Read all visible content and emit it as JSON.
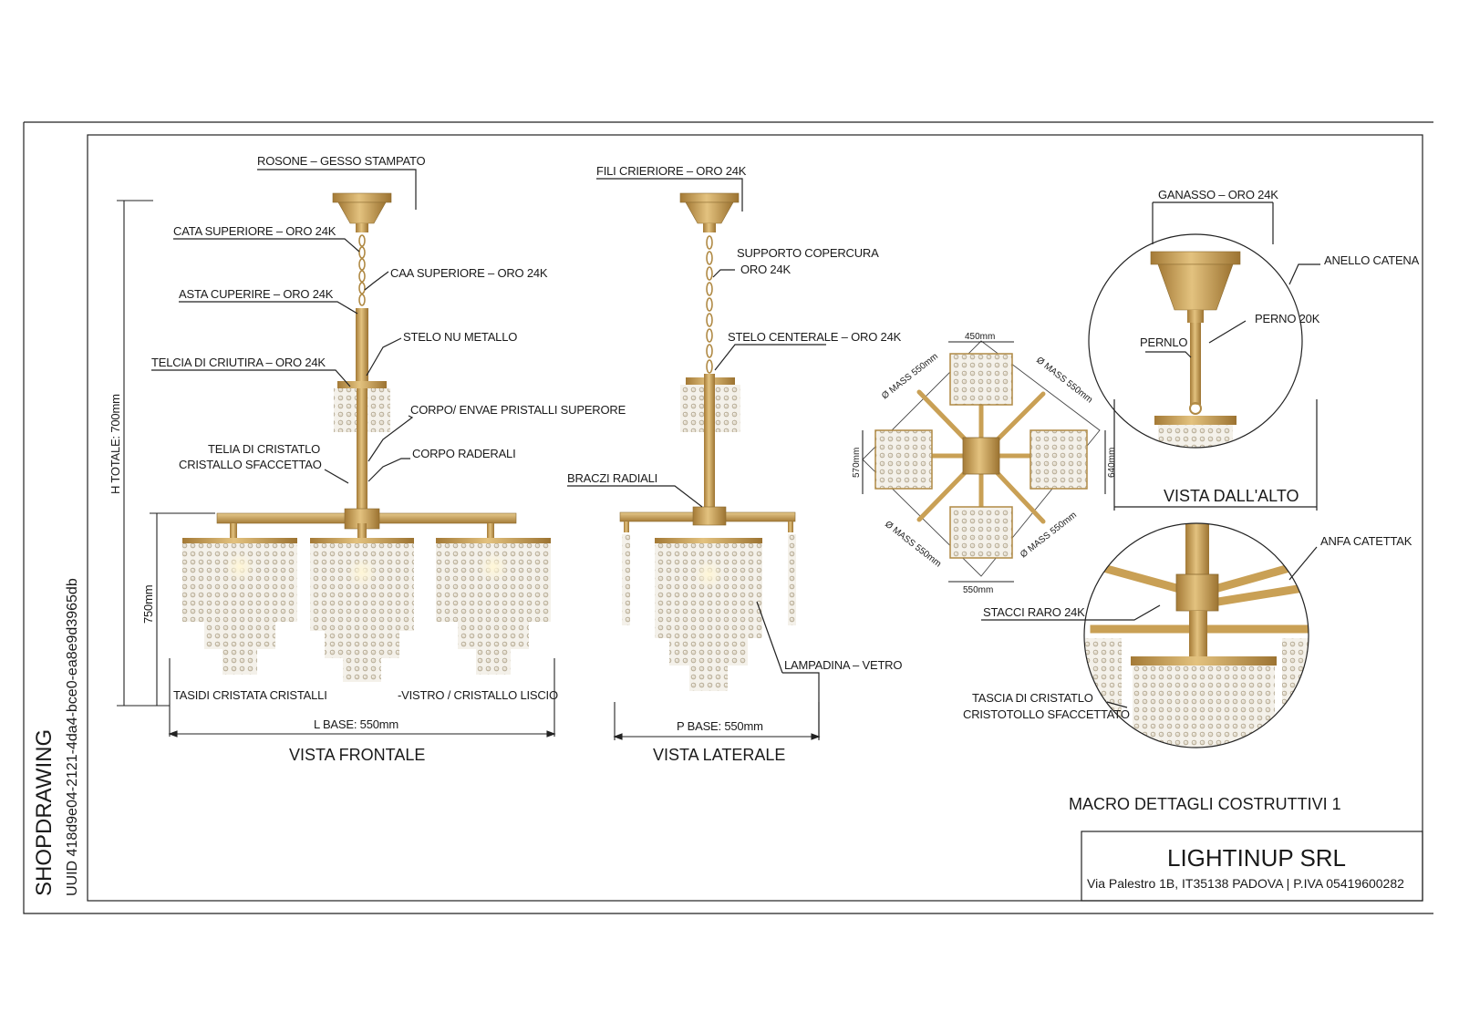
{
  "sidebar": {
    "title": "SHOPDRAWING",
    "uuid": "UUID 418d9e04-2121-4da4-bce0-ea8e9d3965db"
  },
  "views": {
    "front": {
      "title": "VISTA FRONTALE",
      "dim_base": "L BASE: 550mm",
      "dim_total": "H TOTALE: 700mm",
      "dim_body": "750mm",
      "labels": {
        "rosone": "ROSONE – GESSO STAMPATO",
        "cata": "CATA SUPERIORE – ORO 24K",
        "caa": "CAA SUPERIORE – ORO 24K",
        "asta": "ASTA CUPERIRE – ORO 24K",
        "stelo": "STELO NU METALLO",
        "telcia": "TELCIA DI CRIUTIRA – ORO 24K",
        "corpo_fin": "CORPO/ ENVAE PRISTALLI SUPERORE",
        "telia1": "TELIA DI CRISTATLO",
        "telia2": "CRISTALLO SFACCETTAO",
        "corpo_rad": "CORPO RADERALI",
        "tasidi": "TASIDI CRISTATA CRISTALLI",
        "vistro": "-VISTRO / CRISTALLO LISCIO"
      }
    },
    "side": {
      "title": "VISTA LATERALE",
      "dim_base": "P BASE: 550mm",
      "labels": {
        "fili": "FILI CRIERIORE – ORO 24K",
        "supporto1": "SUPPORTO COPERCURA",
        "supporto2": "ORO 24K",
        "stelo_c": "STELO CENTERALE – ORO 24K",
        "bracci": "BRACZI RADIALI",
        "lampadina": "LAMPADINA – VETRO"
      }
    },
    "top": {
      "dim_top": "450mm",
      "dim_bottom": "550mm",
      "dim_left": "570mm",
      "dim_right": "640mm",
      "diag_tl": "Ø MASS 550mm",
      "diag_tr": "Ø MASS 550mm",
      "diag_bl": "Ø MASS 550mm",
      "diag_br": "Ø MASS 550mm"
    },
    "detail_top": {
      "title": "VISTA DALL'ALTO",
      "labels": {
        "ganasso": "GANASSO – ORO 24K",
        "anello": "ANELLO CATENA",
        "perno_l": "PERNLO",
        "perno_r": "PERNO 20K"
      }
    },
    "detail_bottom": {
      "labels": {
        "anfa": "ANFA CATETTAK",
        "stacci": "STACCI RARO 24K",
        "tascia1": "TASCIA DI CRISTATLO",
        "tascia2": "CRISTOTOLLO SFACCETTATO"
      }
    }
  },
  "macro": "MACRO DETTAGLI COSTRUTTIVI 1",
  "company": {
    "name": "LIGHTINUP SRL",
    "address": "Via Palestro 1B, IT35138 PADOVA | P.IVA 05419600282"
  },
  "colors": {
    "gold": "#c9a055",
    "gold_dark": "#9c7636",
    "gold_light": "#e6c98c",
    "crystal": "#d8d2c4",
    "line": "#222222"
  }
}
